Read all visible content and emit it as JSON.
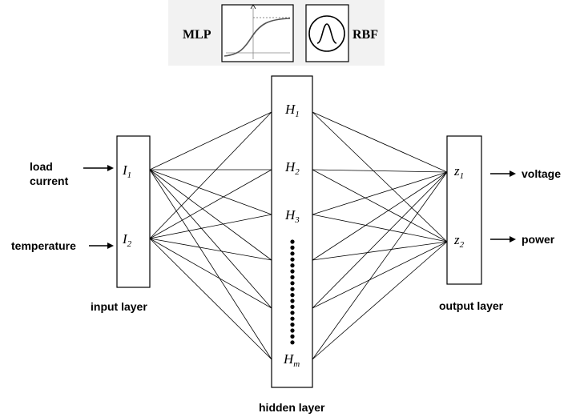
{
  "activation_legend": {
    "mlp_label": "MLP",
    "rbf_label": "RBF",
    "mlp_curve_icon": "sigmoid-curve",
    "rbf_curve_icon": "gaussian-bell-curve"
  },
  "inputs": [
    {
      "label_line1": "load",
      "label_line2": "current",
      "node": "I",
      "sub": "1"
    },
    {
      "label_line1": "temperature",
      "label_line2": "",
      "node": "I",
      "sub": "2"
    }
  ],
  "hidden_nodes": [
    {
      "node": "H",
      "sub": "1"
    },
    {
      "node": "H",
      "sub": "2"
    },
    {
      "node": "H",
      "sub": "3"
    },
    {
      "node": "H",
      "sub": "m"
    }
  ],
  "outputs": [
    {
      "node": "z",
      "sub": "1",
      "label": "voltage"
    },
    {
      "node": "z",
      "sub": "2",
      "label": "power"
    }
  ],
  "layer_labels": {
    "input": "input layer",
    "hidden": "hidden layer",
    "output": "output layer"
  }
}
